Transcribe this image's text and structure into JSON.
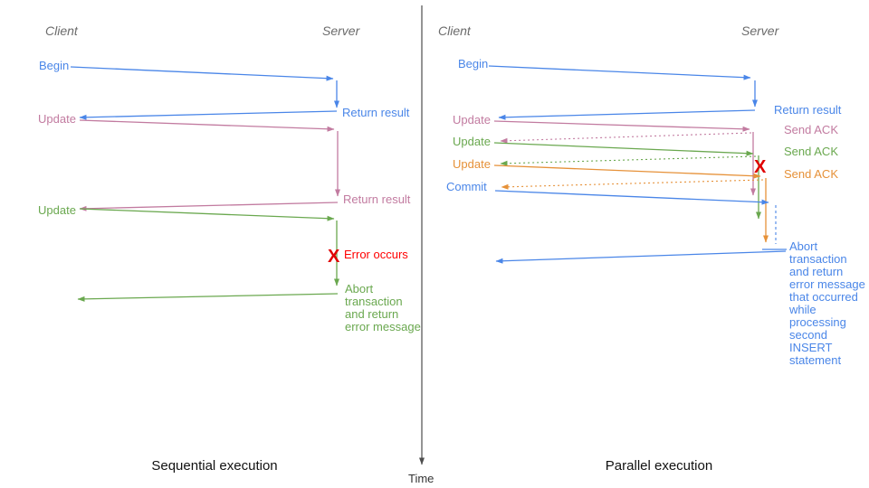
{
  "colors": {
    "blue": "#4a86e8",
    "pink": "#c27ba0",
    "green": "#6aa84f",
    "orange": "#e69138",
    "red": "#ff0000",
    "header_gray": "#6b6b6b",
    "axis_gray": "#4d4d4d",
    "title_black": "#111111"
  },
  "time_axis": {
    "label": "Time"
  },
  "sequential": {
    "title": "Sequential execution",
    "client_header": "Client",
    "server_header": "Server",
    "messages": {
      "begin": "Begin",
      "return_result_1": "Return result",
      "update_1": "Update",
      "return_result_2": "Return result",
      "update_2": "Update",
      "error_mark": "X",
      "error_label": "Error occurs",
      "abort_lines": [
        "Abort",
        "transaction",
        "and return",
        "error message"
      ]
    }
  },
  "parallel": {
    "title": "Parallel execution",
    "client_header": "Client",
    "server_header": "Server",
    "messages": {
      "begin": "Begin",
      "return_result": "Return result",
      "update_1": "Update",
      "send_ack_1": "Send ACK",
      "update_2": "Update",
      "send_ack_2": "Send ACK",
      "update_3": "Update",
      "send_ack_3": "Send ACK",
      "commit": "Commit",
      "error_mark": "X",
      "abort_lines": [
        "Abort",
        "transaction",
        "and return",
        "error message",
        "that occurred",
        "while",
        "processing",
        "second",
        "INSERT",
        "statement"
      ]
    }
  }
}
